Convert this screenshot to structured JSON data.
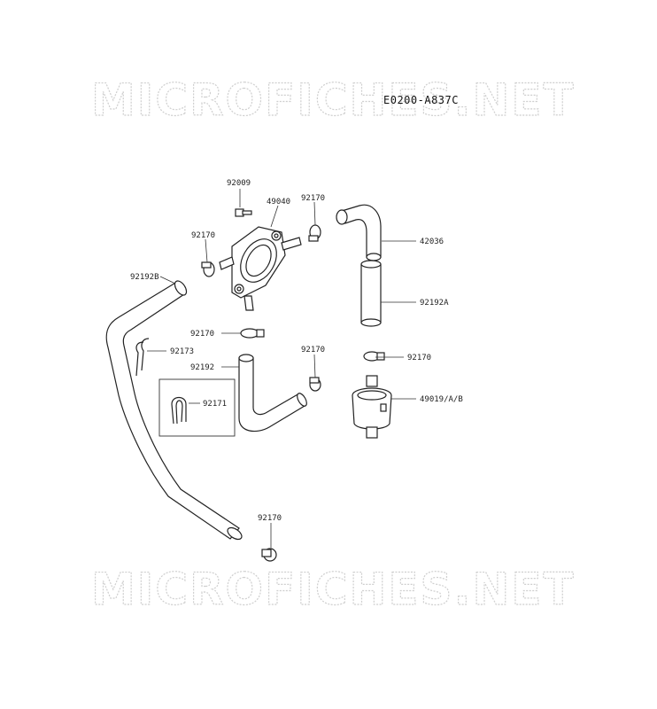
{
  "watermark": {
    "text": "MICROFICHES.NET"
  },
  "diagram_code": "E0200-A837C",
  "parts": {
    "p92009": "92009",
    "p49040": "49040",
    "p92170_a": "92170",
    "p92170_b": "92170",
    "p42036": "42036",
    "p92192A": "92192A",
    "p92192B": "92192B",
    "p92170_c": "92170",
    "p92173": "92173",
    "p92192": "92192",
    "p92170_d": "92170",
    "p92170_e": "92170",
    "p92171": "92171",
    "p49019": "49019/A/B",
    "p92170_f": "92170"
  }
}
